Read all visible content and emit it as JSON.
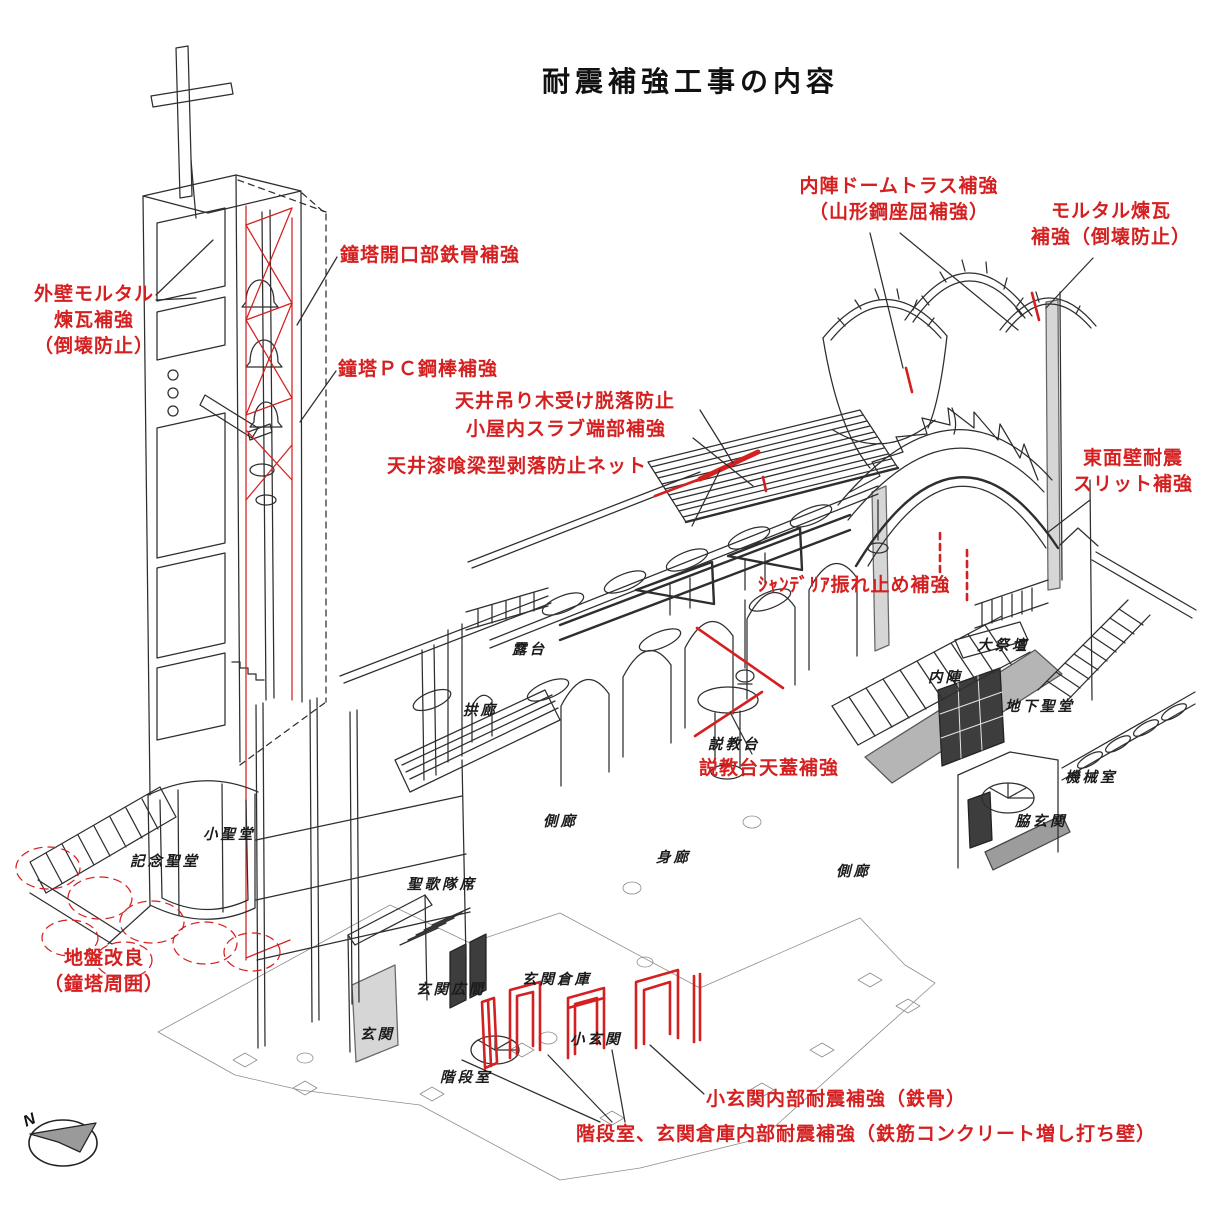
{
  "title": "耐震補強工事の内容",
  "colors": {
    "accent_red": "#d42020",
    "line": "#2e2e2e",
    "gray_fill": "#b5b5b5"
  },
  "compass": {
    "label": "N"
  },
  "annotations": {
    "outer_wall": {
      "text": "外壁モルタル\n煉瓦補強\n（倒壊防止）"
    },
    "tower_opening": {
      "text": "鐘塔開口部鉄骨補強"
    },
    "tower_pc_rod": {
      "text": "鐘塔ＰＣ鋼棒補強"
    },
    "ceiling_hanger": {
      "text": "天井吊り木受け脱落防止"
    },
    "attic_slab": {
      "text": "小屋内スラブ端部補強"
    },
    "plaster_net": {
      "text": "天井漆喰梁型剥落防止ネット"
    },
    "dome_truss": {
      "text": "内陣ドームトラス補強\n（山形鋼座屈補強）"
    },
    "mortar_brick": {
      "text": "モルタル煉瓦\n補強（倒壊防止）"
    },
    "east_wall_slit": {
      "text": "東面壁耐震\nスリット補強"
    },
    "chandelier": {
      "text": "ｼｬﾝﾃﾞﾘｱ振れ止め補強"
    },
    "pulpit_canopy": {
      "text": "説教台天蓋補強"
    },
    "ground_improvement": {
      "text": "地盤改良\n（鐘塔周囲）"
    },
    "small_entrance_steel": {
      "text": "小玄関内部耐震補強（鉄骨）"
    },
    "stair_storage_rc": {
      "text": "階段室、玄関倉庫内部耐震補強（鉄筋コンクリート増し打ち壁）"
    }
  },
  "rooms": {
    "balcony": "露台",
    "arcade": "拱廊",
    "aisle_left": "側廊",
    "nave": "身廊",
    "aisle_right": "側廊",
    "chancel": "内陣",
    "high_altar": "大祭壇",
    "crypt": "地下聖堂",
    "machine_room": "機械室",
    "side_entrance": "脇玄関",
    "small_chapel": "小聖堂",
    "memorial_chapel": "記念聖堂",
    "choir": "聖歌隊席",
    "entrance_hall": "玄関広間",
    "entrance_storage": "玄関倉庫",
    "entrance": "玄関",
    "small_entrance": "小玄関",
    "stair_room": "階段室",
    "pulpit": "説教台"
  }
}
